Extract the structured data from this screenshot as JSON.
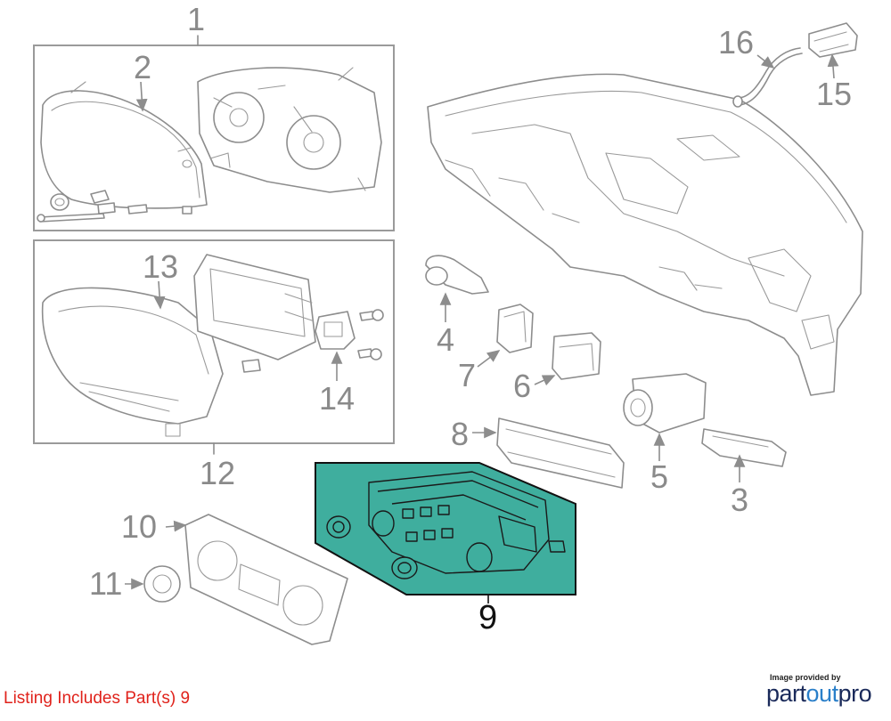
{
  "callouts": {
    "c1": "1",
    "c2": "2",
    "c3": "3",
    "c4": "4",
    "c5": "5",
    "c6": "6",
    "c7": "7",
    "c8": "8",
    "c9": "9",
    "c10": "10",
    "c11": "11",
    "c12": "12",
    "c13": "13",
    "c14": "14",
    "c15": "15",
    "c16": "16"
  },
  "listing": "Listing Includes Part(s) 9",
  "credit": {
    "small": "Image provided by",
    "brand_a": "part",
    "brand_b": "out",
    "brand_c": "pro"
  },
  "colors": {
    "highlight": "#3fae9e",
    "listing_text": "#e0221b",
    "line_art": "#8d8d8d"
  },
  "highlighted_part": "9"
}
